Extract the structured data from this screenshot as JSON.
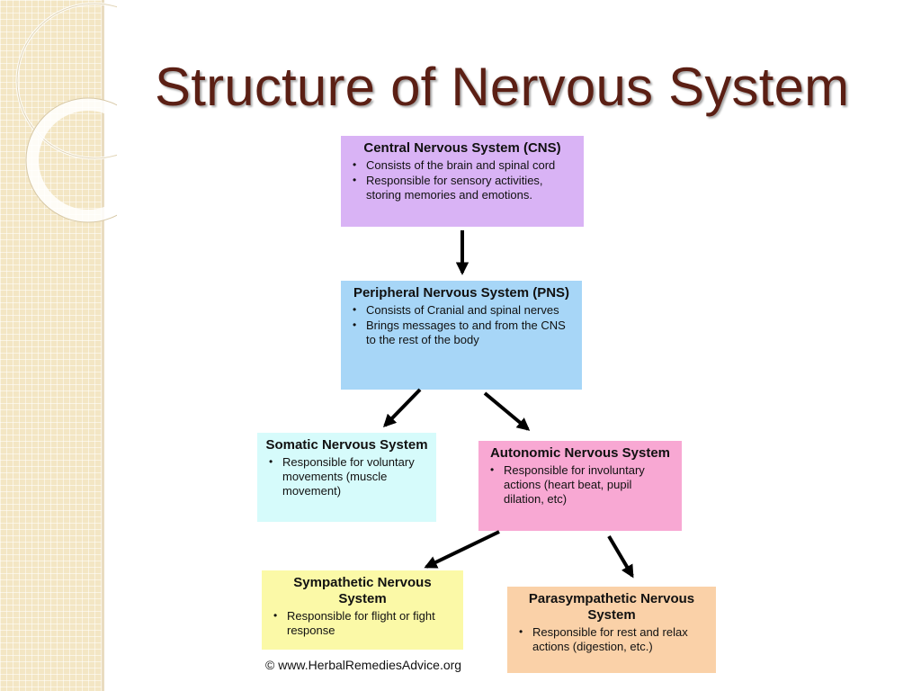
{
  "slide": {
    "title": "Structure of Nervous System",
    "credit": "© www.HerbalRemediesAdvice.org"
  },
  "nodes": {
    "cns": {
      "title": "Central Nervous System (CNS)",
      "bullets": [
        "Consists of the brain and spinal cord",
        "Responsible for sensory activities, storing memories and emotions."
      ]
    },
    "pns": {
      "title": "Peripheral Nervous System (PNS)",
      "bullets": [
        "Consists of Cranial and spinal nerves",
        "Brings messages to and from the CNS to the rest of the body"
      ]
    },
    "somatic": {
      "title": "Somatic Nervous System",
      "bullets": [
        "Responsible for voluntary movements (muscle movement)"
      ]
    },
    "autonomic": {
      "title": "Autonomic Nervous System",
      "bullets": [
        "Responsible for involuntary actions (heart beat, pupil dilation, etc)"
      ]
    },
    "sympathetic": {
      "title": "Sympathetic Nervous System",
      "bullets": [
        "Responsible for flight or fight response"
      ]
    },
    "parasympathetic": {
      "title": "Parasympathetic Nervous System",
      "bullets": [
        "Responsible for rest and relax actions (digestion, etc.)"
      ]
    }
  },
  "colors": {
    "title": "#5b1f14",
    "cns": "#d9b3f5",
    "pns": "#a7d6f7",
    "somatic": "#d6fbfb",
    "autonomic": "#f8a8d3",
    "sympathetic": "#fbf9a7",
    "parasympathetic": "#fad1a8"
  }
}
